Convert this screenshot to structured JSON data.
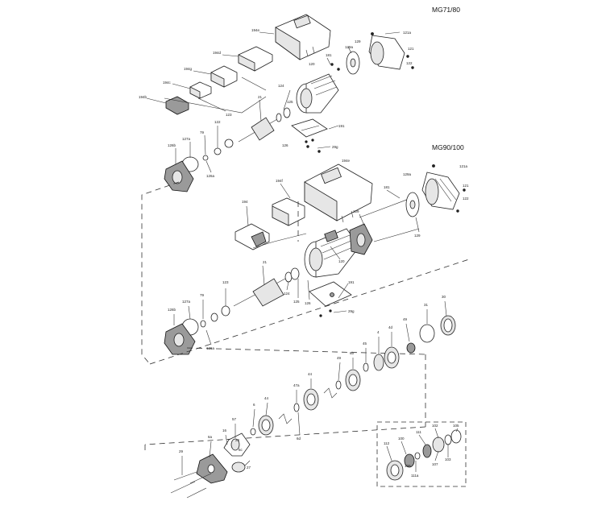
{
  "titles": {
    "upper": "MG71/80",
    "middle": "MG90/100"
  },
  "labels": {
    "u_194e": "194e",
    "u_194d": "194d",
    "u_194g": "194g",
    "u_194c": "194c",
    "u_194b": "194b",
    "u_121a": "121a",
    "u_121": "121",
    "u_122": "122",
    "u_129": "129",
    "u_129a": "129a",
    "u_181": "181",
    "u_120": "120",
    "u_124": "124",
    "u_125": "125",
    "u_21": "21",
    "u_123": "123",
    "u_122b": "122",
    "u_79": "79",
    "u_127a": "127a",
    "u_126b": "126b",
    "u_126a": "126a",
    "u_191": "191",
    "u_126": "126",
    "u_29g": "29g",
    "m_121a": "121a",
    "m_129a": "129a",
    "m_121": "121",
    "m_122": "122",
    "m_194e": "194e",
    "m_194f": "194f",
    "m_194": "194",
    "m_181": "181",
    "m_129": "129",
    "m_129b": "129",
    "m_120": "120",
    "m_21": "21",
    "m_124": "124",
    "m_125": "125",
    "m_126": "126",
    "m_191": "191",
    "m_29g": "29g",
    "m_123": "123",
    "m_79": "79",
    "m_127a": "127a",
    "m_126b": "126b",
    "m_126a": "126a",
    "p_31": "31",
    "p_30": "30",
    "p_49": "49",
    "p_4d": "4d",
    "p_4": "4",
    "p_45": "45",
    "p_6b": "6b",
    "p_49b": "49",
    "p_44": "44",
    "p_47a": "47a",
    "p_48": "48",
    "p_44b": "44",
    "p_6": "6",
    "p_6d": "6d",
    "p_6a": "6a",
    "p_57": "57",
    "p_16": "16",
    "p_29": "29",
    "p_27": "27",
    "p_29b": "29",
    "p_6c": "6c",
    "k_111": "111",
    "k_102": "102",
    "k_105": "105",
    "k_112": "112",
    "k_100": "100",
    "k_103": "103",
    "k_107": "107",
    "k_111a": "111a",
    "k_109": "109"
  }
}
